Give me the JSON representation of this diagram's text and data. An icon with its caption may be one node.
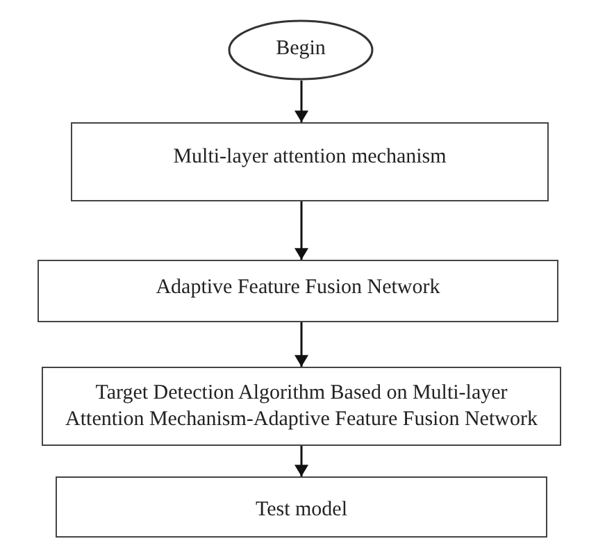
{
  "diagram": {
    "nodes": [
      {
        "text": [
          "Begin"
        ]
      },
      {
        "text": [
          "Multi-layer attention mechanism"
        ]
      },
      {
        "text": [
          "Adaptive Feature Fusion Network"
        ]
      },
      {
        "text": [
          "Target Detection Algorithm Based on Multi-layer Attention Mechanism-Adaptive Feature Fusion Network"
        ]
      },
      {
        "text": [
          "Test model"
        ]
      }
    ],
    "edges": [
      {
        "from": 0,
        "to": 1,
        "arrow": "to"
      },
      {
        "from": 1,
        "to": 2,
        "arrow": "to"
      },
      {
        "from": 2,
        "to": 3,
        "arrow": "to"
      },
      {
        "from": 3,
        "to": 4,
        "arrow": "to"
      }
    ]
  }
}
